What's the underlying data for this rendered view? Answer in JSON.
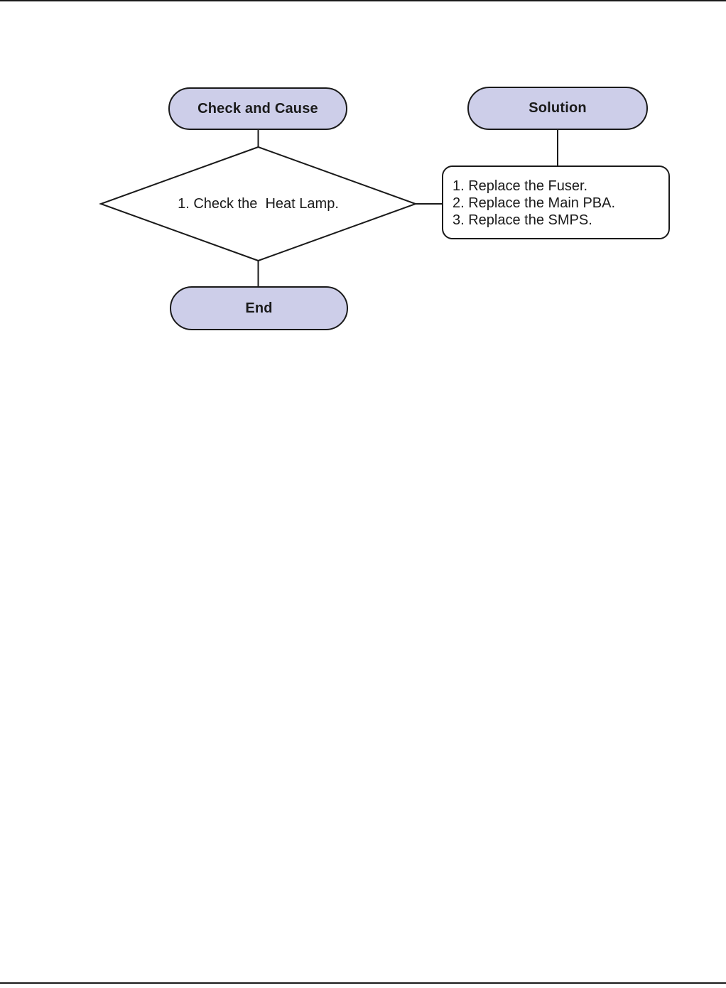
{
  "flowchart": {
    "check_pill": {
      "label": "Check and Cause"
    },
    "solution_pill": {
      "label": "Solution"
    },
    "decision": {
      "label": "1. Check the  Heat Lamp."
    },
    "solution_box": {
      "lines": [
        "1. Replace the Fuser.",
        "2. Replace the Main PBA.",
        "3. Replace the SMPS."
      ]
    },
    "end_pill": {
      "label": "End"
    },
    "colors": {
      "node_fill": "#cdcee9",
      "outline": "#1a1a1a",
      "text": "#1a1a1a",
      "background": "#ffffff"
    }
  }
}
